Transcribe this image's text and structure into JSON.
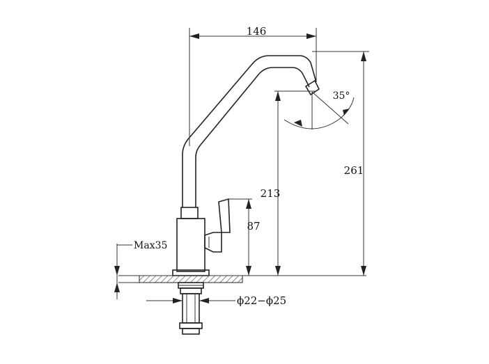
{
  "dimensions": {
    "spout_reach": "146",
    "total_height": "261",
    "spout_height": "213",
    "handle_height": "87",
    "max_mount_thickness": "Max35",
    "hole_diameter": "ϕ22−ϕ25",
    "spout_angle": "35°"
  },
  "colors": {
    "line": "#222222",
    "background": "#ffffff",
    "hatch": "#555555"
  }
}
